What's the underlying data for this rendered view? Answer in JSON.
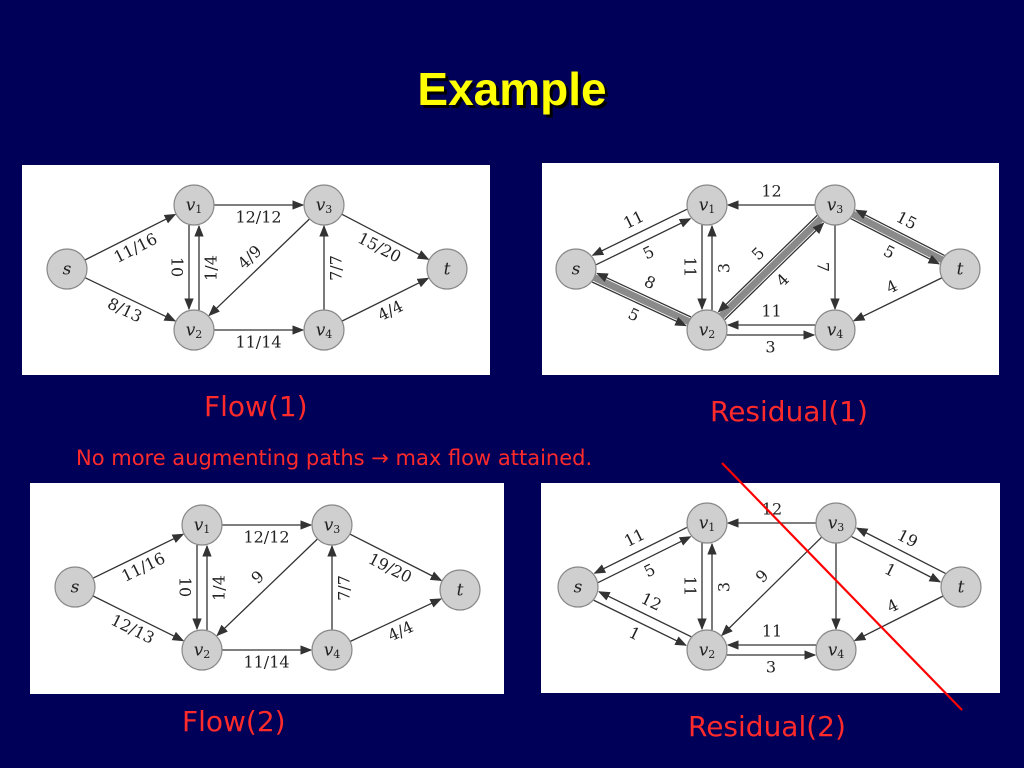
{
  "title": "Example",
  "note": "No more augmenting paths → max flow attained.",
  "colors": {
    "background": "#000059",
    "title": "#ffff00",
    "caption": "#ff2a2a",
    "annotation_line": "#ff0000"
  },
  "panels": [
    {
      "id": "flow1",
      "caption": "Flow(1)",
      "nodes": [
        {
          "id": "s",
          "label": "s"
        },
        {
          "id": "v1",
          "label": "v1"
        },
        {
          "id": "v2",
          "label": "v2"
        },
        {
          "id": "v3",
          "label": "v3"
        },
        {
          "id": "v4",
          "label": "v4"
        },
        {
          "id": "t",
          "label": "t"
        }
      ],
      "edges": [
        {
          "from": "s",
          "to": "v1",
          "label": "11/16"
        },
        {
          "from": "s",
          "to": "v2",
          "label": "8/13"
        },
        {
          "from": "v1",
          "to": "v2",
          "label": "10"
        },
        {
          "from": "v2",
          "to": "v1",
          "label": "1/4"
        },
        {
          "from": "v1",
          "to": "v3",
          "label": "12/12"
        },
        {
          "from": "v3",
          "to": "v2",
          "label": "4/9"
        },
        {
          "from": "v2",
          "to": "v4",
          "label": "11/14"
        },
        {
          "from": "v4",
          "to": "v3",
          "label": "7/7"
        },
        {
          "from": "v3",
          "to": "t",
          "label": "15/20"
        },
        {
          "from": "v4",
          "to": "t",
          "label": "4/4"
        }
      ]
    },
    {
      "id": "residual1",
      "caption": "Residual(1)",
      "highlighted_path": [
        "s",
        "v2",
        "v3",
        "t"
      ],
      "nodes": [
        {
          "id": "s",
          "label": "s"
        },
        {
          "id": "v1",
          "label": "v1"
        },
        {
          "id": "v2",
          "label": "v2"
        },
        {
          "id": "v3",
          "label": "v3"
        },
        {
          "id": "v4",
          "label": "v4"
        },
        {
          "id": "t",
          "label": "t"
        }
      ],
      "edges": [
        {
          "from": "s",
          "to": "v1",
          "label": "5"
        },
        {
          "from": "v1",
          "to": "s",
          "label": "11"
        },
        {
          "from": "s",
          "to": "v2",
          "label": "5"
        },
        {
          "from": "v2",
          "to": "s",
          "label": "8"
        },
        {
          "from": "v1",
          "to": "v2",
          "label": "11"
        },
        {
          "from": "v2",
          "to": "v1",
          "label": "3"
        },
        {
          "from": "v3",
          "to": "v1",
          "label": "12"
        },
        {
          "from": "v2",
          "to": "v3",
          "label": "4"
        },
        {
          "from": "v3",
          "to": "v2",
          "label": "5"
        },
        {
          "from": "v2",
          "to": "v4",
          "label": "3"
        },
        {
          "from": "v4",
          "to": "v2",
          "label": "11"
        },
        {
          "from": "v3",
          "to": "v4",
          "label": "7"
        },
        {
          "from": "v3",
          "to": "t",
          "label": "5"
        },
        {
          "from": "t",
          "to": "v3",
          "label": "15"
        },
        {
          "from": "t",
          "to": "v4",
          "label": "4"
        }
      ]
    },
    {
      "id": "flow2",
      "caption": "Flow(2)",
      "nodes": [
        {
          "id": "s",
          "label": "s"
        },
        {
          "id": "v1",
          "label": "v1"
        },
        {
          "id": "v2",
          "label": "v2"
        },
        {
          "id": "v3",
          "label": "v3"
        },
        {
          "id": "v4",
          "label": "v4"
        },
        {
          "id": "t",
          "label": "t"
        }
      ],
      "edges": [
        {
          "from": "s",
          "to": "v1",
          "label": "11/16"
        },
        {
          "from": "s",
          "to": "v2",
          "label": "12/13"
        },
        {
          "from": "v1",
          "to": "v2",
          "label": "10"
        },
        {
          "from": "v2",
          "to": "v1",
          "label": "1/4"
        },
        {
          "from": "v1",
          "to": "v3",
          "label": "12/12"
        },
        {
          "from": "v3",
          "to": "v2",
          "label": "9"
        },
        {
          "from": "v2",
          "to": "v4",
          "label": "11/14"
        },
        {
          "from": "v4",
          "to": "v3",
          "label": "7/7"
        },
        {
          "from": "v3",
          "to": "t",
          "label": "19/20"
        },
        {
          "from": "v4",
          "to": "t",
          "label": "4/4"
        }
      ]
    },
    {
      "id": "residual2",
      "caption": "Residual(2)",
      "nodes": [
        {
          "id": "s",
          "label": "s"
        },
        {
          "id": "v1",
          "label": "v1"
        },
        {
          "id": "v2",
          "label": "v2"
        },
        {
          "id": "v3",
          "label": "v3"
        },
        {
          "id": "v4",
          "label": "v4"
        },
        {
          "id": "t",
          "label": "t"
        }
      ],
      "edges": [
        {
          "from": "s",
          "to": "v1",
          "label": "5"
        },
        {
          "from": "v1",
          "to": "s",
          "label": "11"
        },
        {
          "from": "s",
          "to": "v2",
          "label": "1"
        },
        {
          "from": "v2",
          "to": "s",
          "label": "12"
        },
        {
          "from": "v1",
          "to": "v2",
          "label": "11"
        },
        {
          "from": "v2",
          "to": "v1",
          "label": "3"
        },
        {
          "from": "v3",
          "to": "v1",
          "label": "12"
        },
        {
          "from": "v3",
          "to": "v2",
          "label": "9"
        },
        {
          "from": "v2",
          "to": "v4",
          "label": "3"
        },
        {
          "from": "v4",
          "to": "v2",
          "label": "11"
        },
        {
          "from": "v3",
          "to": "v4",
          "label": ""
        },
        {
          "from": "v3",
          "to": "t",
          "label": "1"
        },
        {
          "from": "t",
          "to": "v3",
          "label": "19"
        },
        {
          "from": "t",
          "to": "v4",
          "label": "4"
        }
      ]
    }
  ]
}
